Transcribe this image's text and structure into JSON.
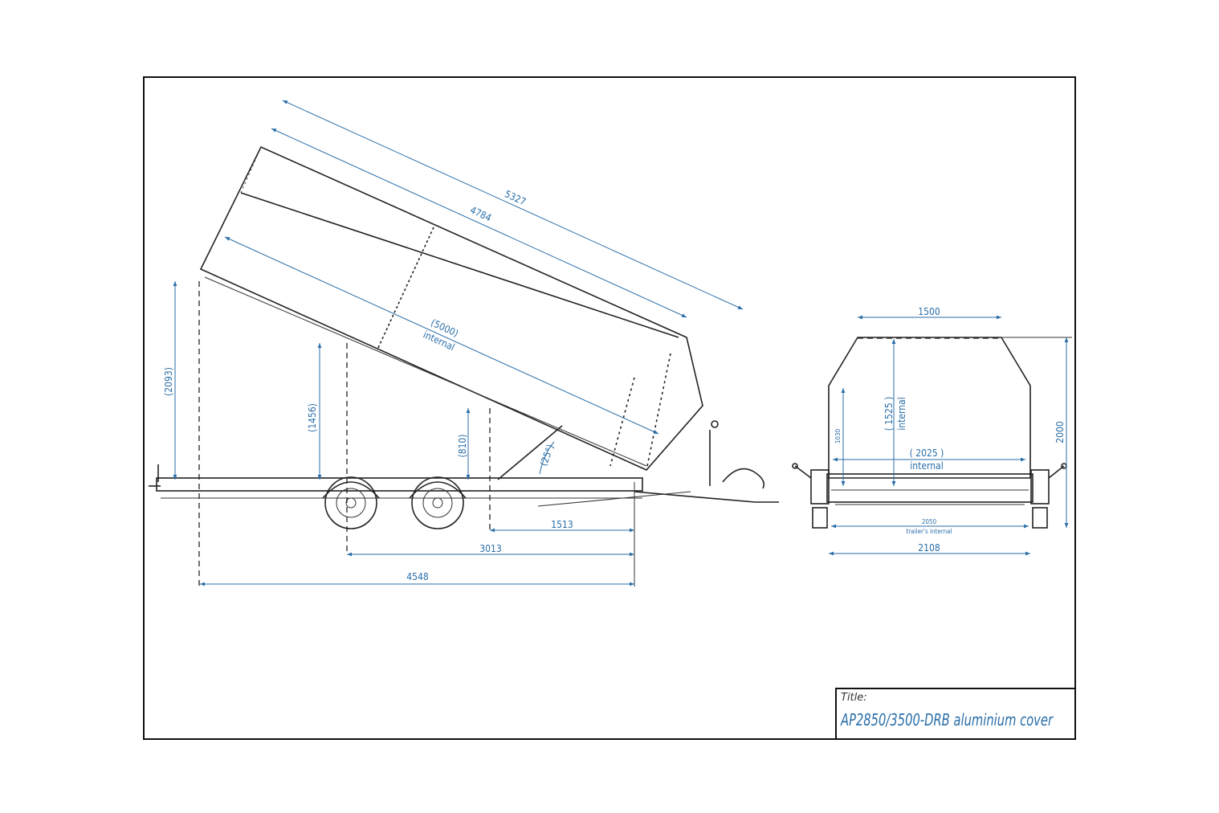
{
  "title_block": {
    "label": "Title:",
    "title": "AP2850/3500-DRB aluminium cover"
  },
  "side_view": {
    "dims": {
      "overall_body_length": "5327",
      "body_length": "4784",
      "internal_length": "(5000)",
      "internal_length_note": "internal",
      "rear_height": "(2093)",
      "mid_height": "(1456)",
      "front_height": "(810)",
      "tilt_angle": "(25°)",
      "dim_1513": "1513",
      "dim_3013": "3013",
      "dim_4548": "4548"
    }
  },
  "rear_view": {
    "dims": {
      "top_width": "1500",
      "total_height": "2000",
      "side_height": "1030",
      "internal_height": "( 1525 )",
      "internal_height_note": "internal",
      "internal_width": "( 2025 )",
      "internal_width_note": "internal",
      "trailer_internal_width": "2050",
      "trailer_internal_note": "trailer's internal",
      "overall_width": "2108"
    }
  },
  "colors": {
    "dimension": "#2a6ea8",
    "line": "#222222"
  }
}
